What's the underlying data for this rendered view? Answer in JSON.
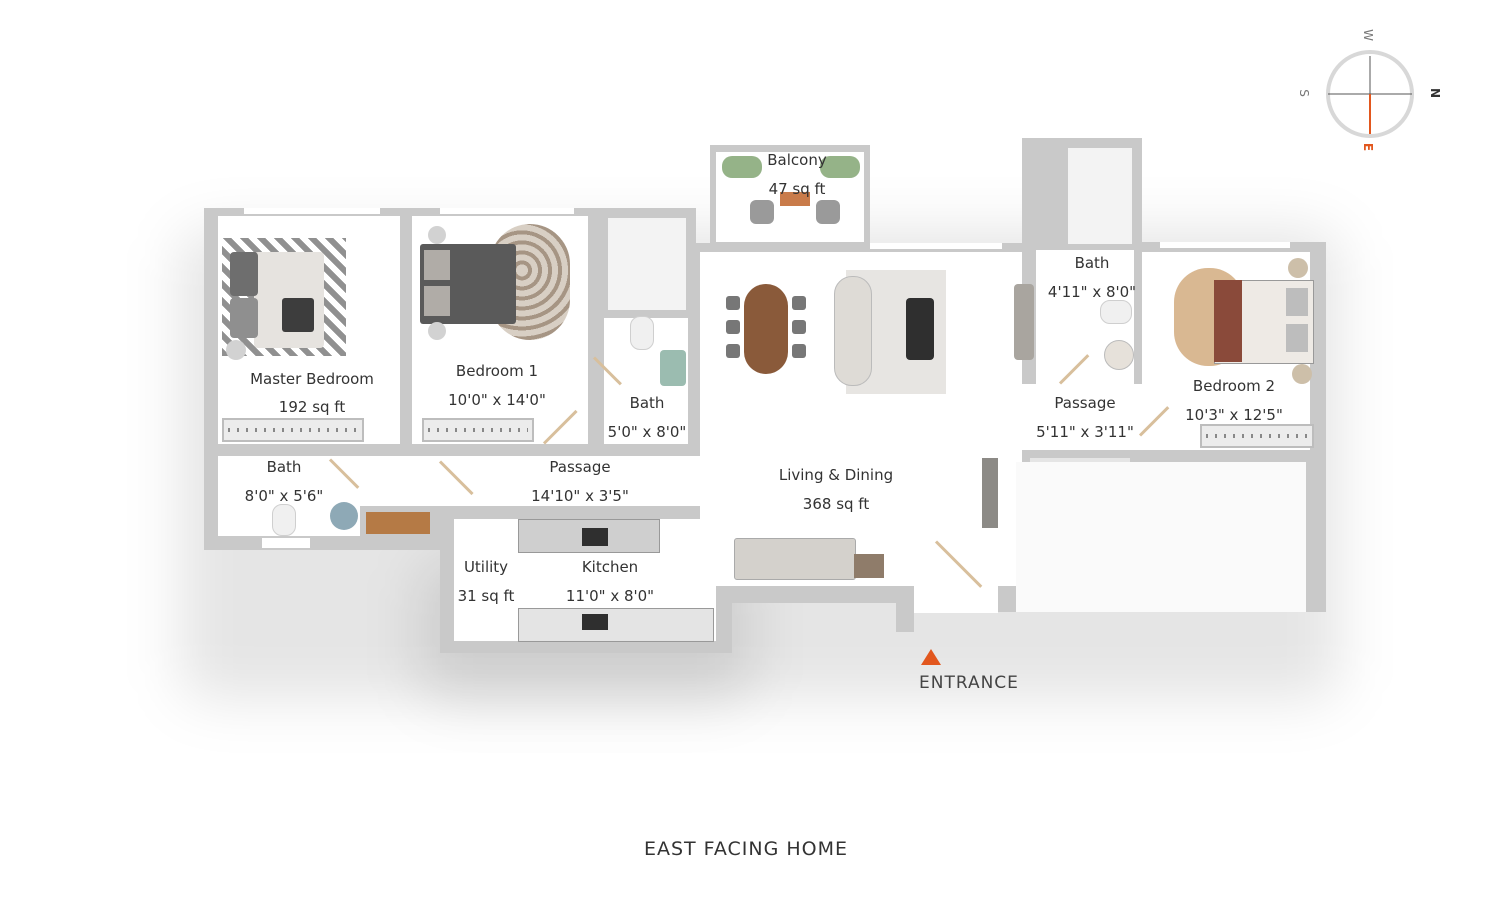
{
  "compass": {
    "north": "N",
    "south": "S",
    "east": "E",
    "west": "W"
  },
  "rooms": {
    "balcony": {
      "name": "Balcony",
      "size": "47 sq ft"
    },
    "master_bedroom": {
      "name": "Master Bedroom",
      "size": "192 sq ft"
    },
    "bedroom_1": {
      "name": "Bedroom 1",
      "size": "10'0\" x 14'0\""
    },
    "bath_1": {
      "name": "Bath",
      "size": "5'0\" x 8'0\""
    },
    "master_bath": {
      "name": "Bath",
      "size": "8'0\" x 5'6\""
    },
    "passage_main": {
      "name": "Passage",
      "size": "14'10\" x 3'5\""
    },
    "living_dining": {
      "name": "Living & Dining",
      "size": "368 sq ft"
    },
    "utility": {
      "name": "Utility",
      "size": "31 sq ft"
    },
    "kitchen": {
      "name": "Kitchen",
      "size": "11'0\" x 8'0\""
    },
    "bath_2": {
      "name": "Bath",
      "size": "4'11\" x 8'0\""
    },
    "passage_2": {
      "name": "Passage",
      "size": "5'11\" x 3'11\""
    },
    "bedroom_2": {
      "name": "Bedroom 2",
      "size": "10'3\" x 12'5\""
    }
  },
  "entrance_label": "ENTRANCE",
  "caption": "EAST FACING HOME",
  "colors": {
    "wall": "#c9c9c9",
    "accent": "#e2571e",
    "wood": "#8a5a3a"
  }
}
